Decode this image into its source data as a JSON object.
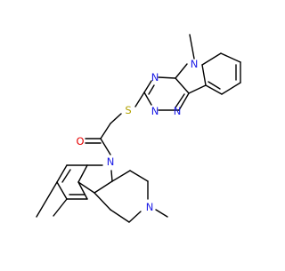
{
  "molecule": {
    "colors": {
      "bond": "#000000",
      "nitrogen": "#1a1ae6",
      "oxygen": "#e60000",
      "sulfur": "#b2a200"
    },
    "atom_labels": {
      "n_methyl_indole": "N",
      "n_triazine_a": "N",
      "n_triazine_b": "N",
      "n_triazine_c": "N",
      "sulfur": "S",
      "oxygen": "O",
      "n_amide": "N",
      "n_piperidine": "N"
    }
  }
}
